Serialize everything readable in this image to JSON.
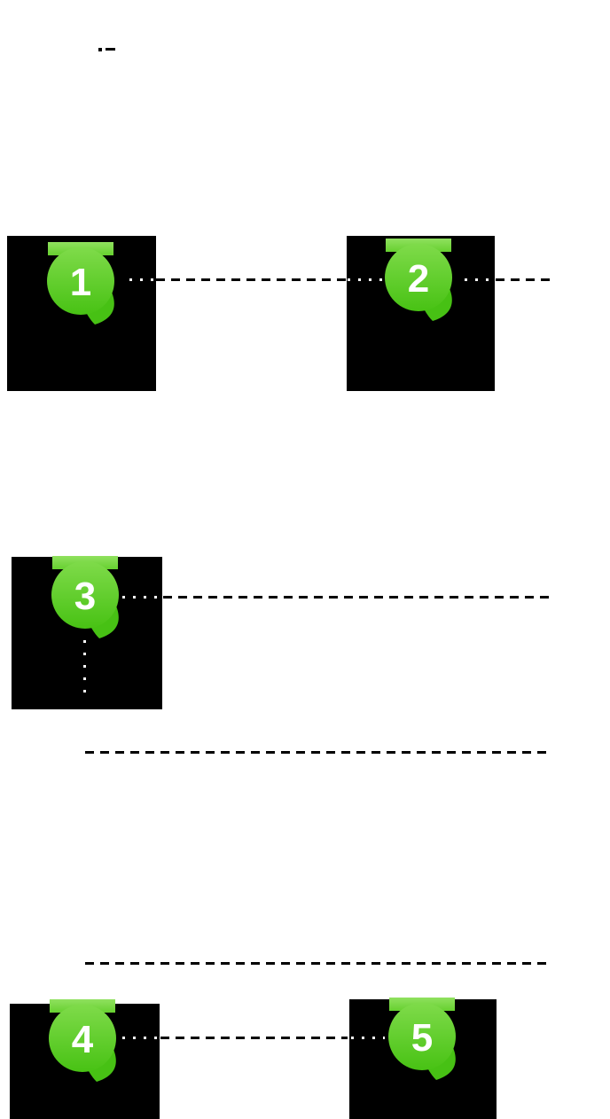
{
  "badges": [
    {
      "number": "1"
    },
    {
      "number": "2"
    },
    {
      "number": "3"
    },
    {
      "number": "4"
    },
    {
      "number": "5"
    }
  ],
  "colors": {
    "badge_gradient_top": "#7fdb4a",
    "badge_gradient_bottom": "#48c214",
    "banner_gradient_top": "#90e15f",
    "banner_gradient_bottom": "#66d02f",
    "badge_tail": "#47c114",
    "badge_number": "#ffffff",
    "redaction": "#000000",
    "connector_dark": "#000000",
    "connector_light": "#ffffff",
    "background": "#ffffff"
  }
}
